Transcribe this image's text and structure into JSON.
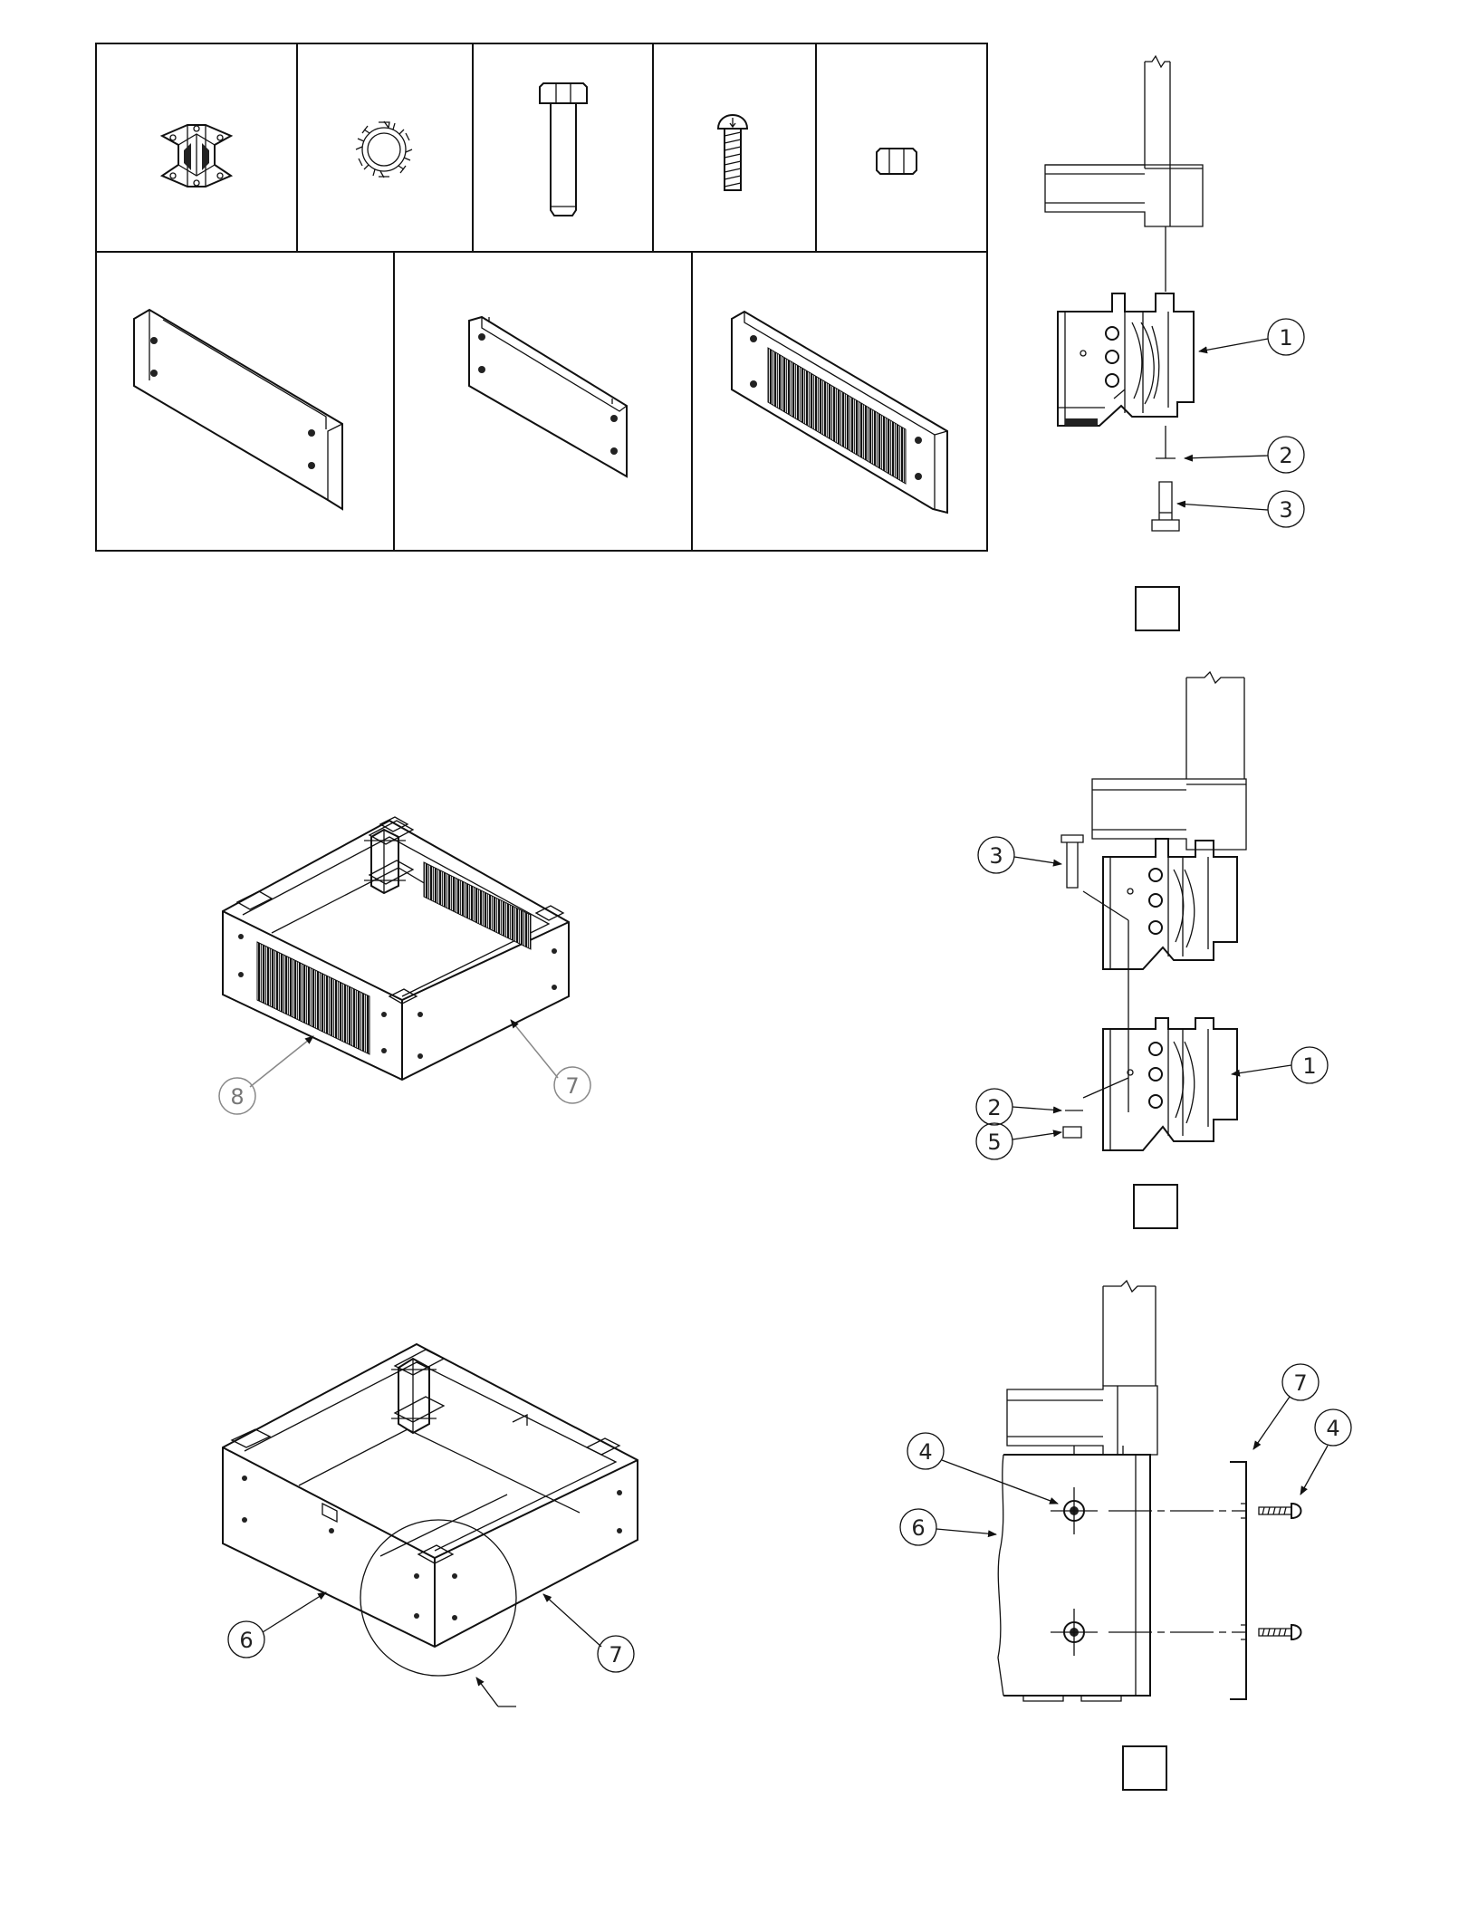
{
  "parts_table": {
    "top_row": [
      "corner-bracket-icon",
      "tooth-lock-washer-icon",
      "hex-bolt-icon",
      "pan-head-screw-icon",
      "hex-nut-icon"
    ],
    "bottom_row": [
      "plain-side-panel-icon",
      "short-plain-panel-icon",
      "vented-panel-icon"
    ]
  },
  "step_a": {
    "callouts": [
      "1",
      "2",
      "3"
    ],
    "step_box": ""
  },
  "step_b": {
    "callouts": [
      "3",
      "1",
      "2",
      "5"
    ],
    "step_box": ""
  },
  "step_c": {
    "callouts": [
      "7",
      "4",
      "4",
      "6"
    ],
    "step_box": ""
  },
  "iso_top": {
    "callouts": [
      "8",
      "7"
    ]
  },
  "iso_bottom": {
    "callouts": [
      "6",
      "7"
    ]
  }
}
